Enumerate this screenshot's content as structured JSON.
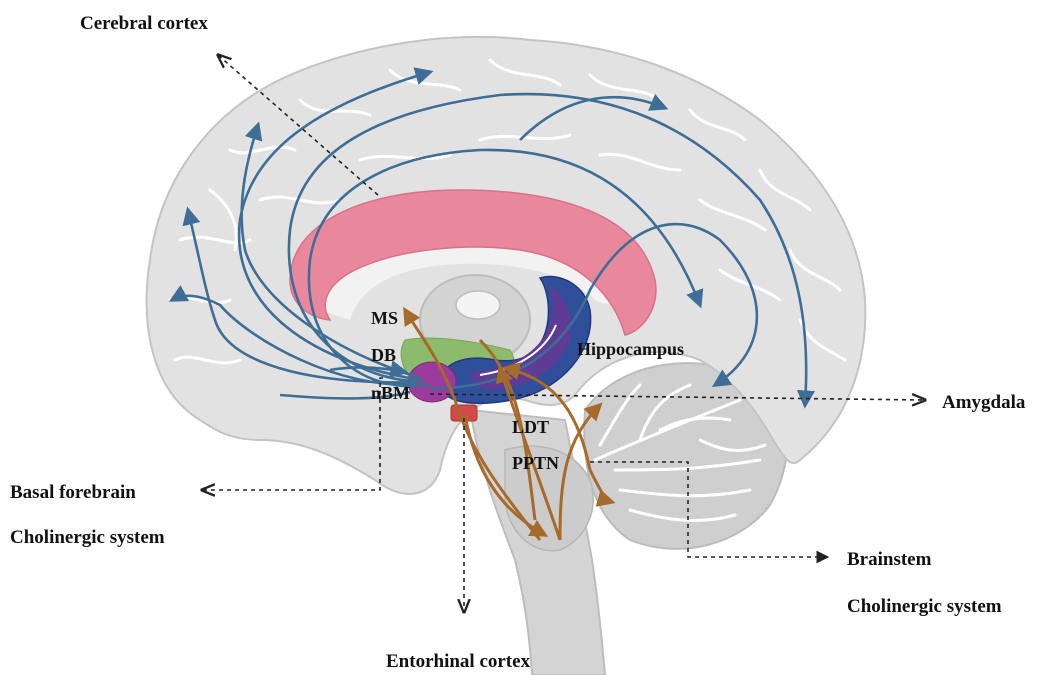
{
  "labels": {
    "cerebral_cortex": "Cerebral cortex",
    "ms": "MS",
    "db": "DB",
    "nbm": "nBM",
    "hippocampus": "Hippocampus",
    "amygdala": "Amygdala",
    "ldt": "LDT",
    "pptn": "PPTN",
    "basal_forebrain": "Basal forebrain",
    "basal_cholinergic": "Cholinergic system",
    "brainstem": "Brainstem",
    "brainstem_cholinergic": "Cholinergic system",
    "entorhinal_cortex": "Entorhinal cortex"
  },
  "colors": {
    "cortex_fill": "#e2e2e2",
    "cortex_outline": "#c4c4c4",
    "corpus_callosum": "#e9879c",
    "hippocampus": "#2f4f9a",
    "hippocampus_inner": "#5e3c96",
    "septal_region": "#8cbc6b",
    "nbm_nucleus": "#9b3b9b",
    "entorhinal_marker": "#d24a4a",
    "cortical_projection": "#3e6d96",
    "brainstem_projection": "#a66a2a",
    "brainstem_fill": "#d4d4d4",
    "cerebellum_fill": "#cfcfcf"
  }
}
